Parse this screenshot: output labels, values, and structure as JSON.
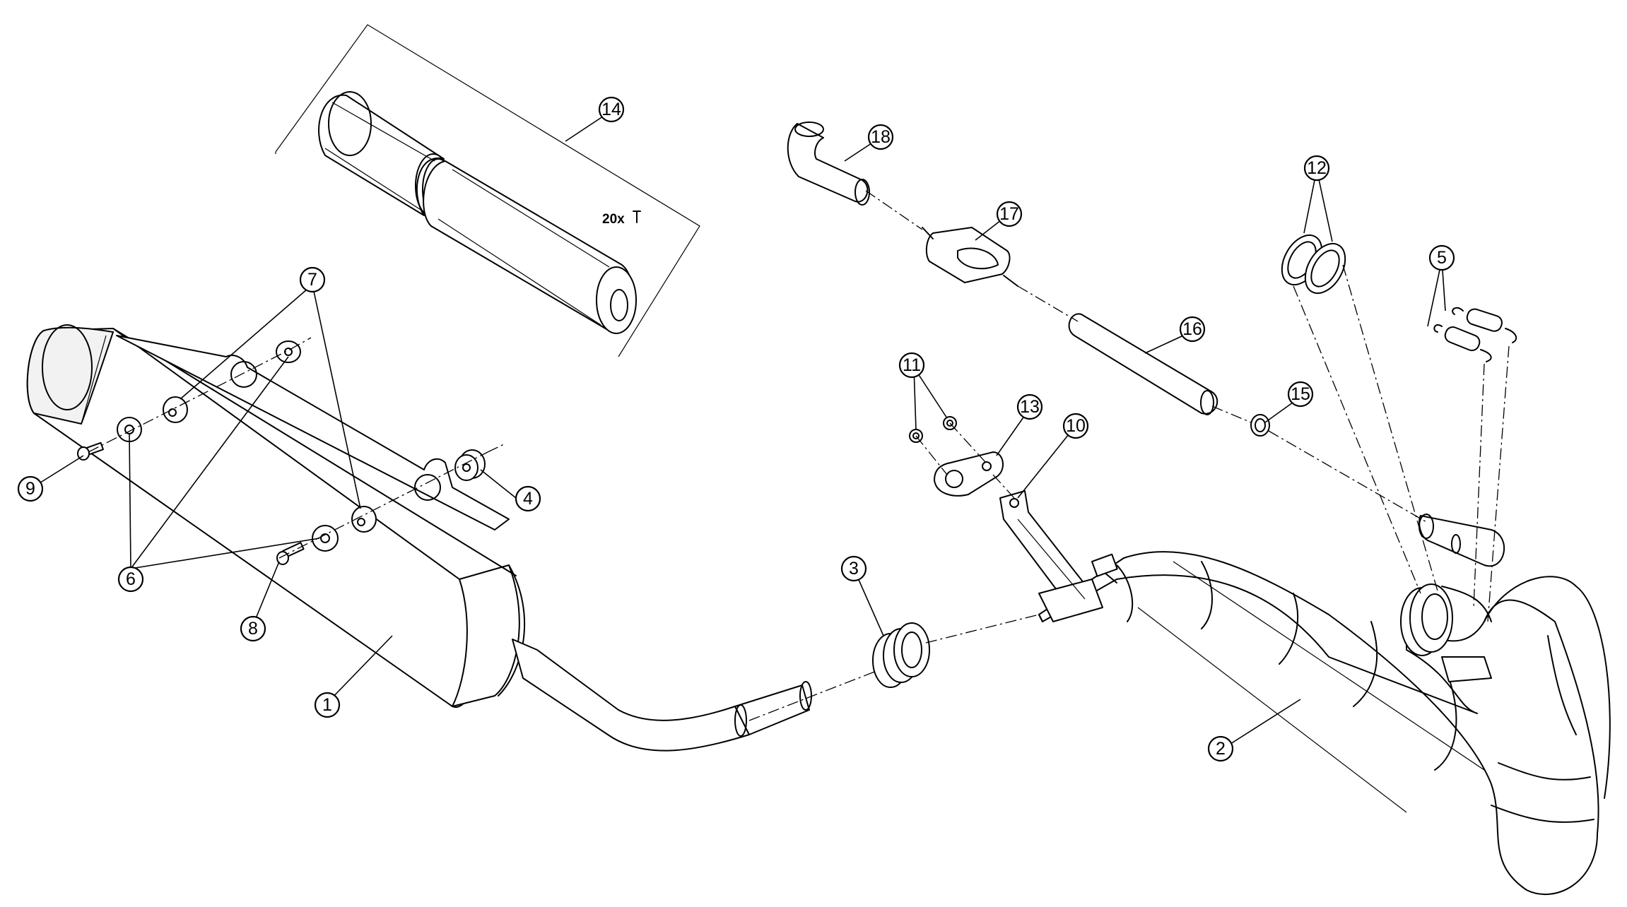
{
  "callouts": {
    "c1": "1",
    "c2": "2",
    "c3": "3",
    "c4": "4",
    "c5": "5",
    "c6": "6",
    "c7": "7",
    "c8": "8",
    "c9": "9",
    "c10": "10",
    "c11": "11",
    "c12": "12",
    "c13": "13",
    "c14": "14",
    "c15": "15",
    "c16": "16",
    "c17": "17",
    "c18": "18"
  },
  "notes": {
    "screw_qty": "20x"
  }
}
